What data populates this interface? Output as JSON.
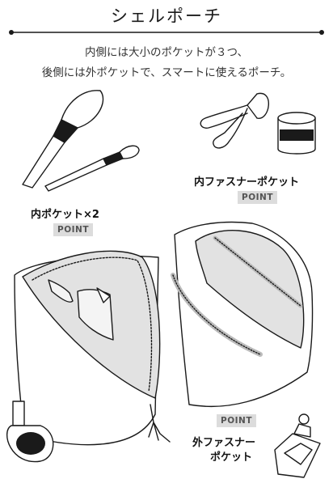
{
  "title": "シェルポーチ",
  "description": {
    "line1": "内側には大小のポケットが３つ、",
    "line2": "後側には外ポケットで、スマートに使えるポーチ。"
  },
  "labels": {
    "inner_zip_pocket": "内ファスナーポケット",
    "inner_pockets": "内ポケット×2",
    "outer_zip_pocket_line1": "外ファスナー",
    "outer_zip_pocket_line2": "ポケット"
  },
  "point_badge": "POINT",
  "colors": {
    "ink": "#1a1a1a",
    "badge_bg": "#dcdcdc",
    "lining": "#e2e2e2",
    "pouch_fill": "#ffffff"
  },
  "icons": [
    "makeup-brush-icon",
    "eyelash-curler-icon",
    "compact-icon",
    "nail-polish-icon",
    "perfume-bottle-icon"
  ]
}
